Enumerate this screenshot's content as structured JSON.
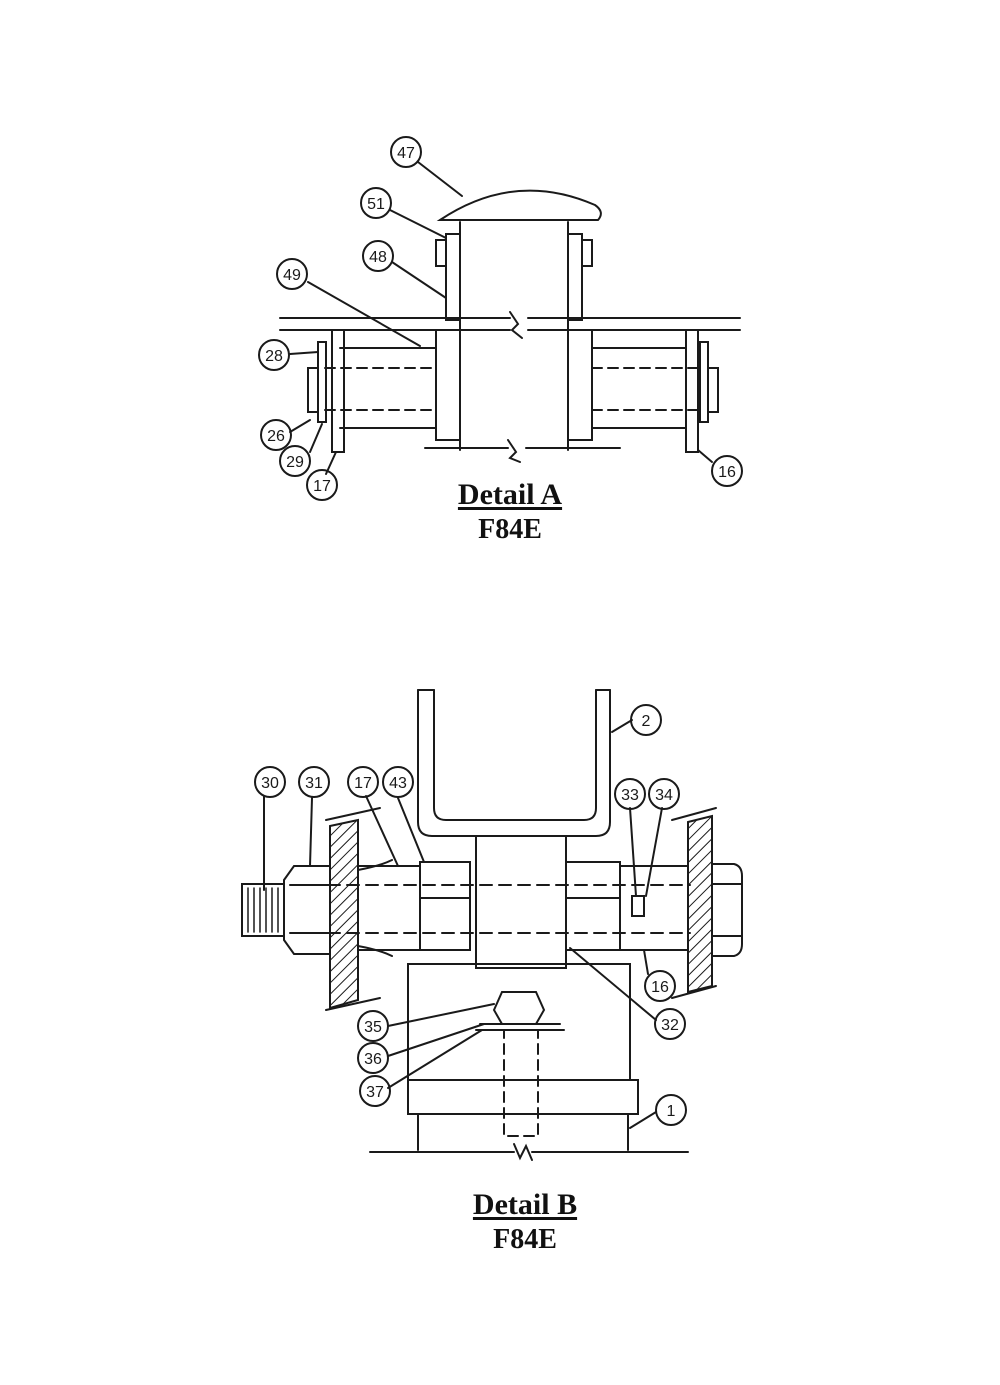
{
  "detail_a": {
    "title": "Detail A",
    "code": "F84E",
    "callouts": [
      "47",
      "51",
      "48",
      "49",
      "28",
      "26",
      "29",
      "17",
      "16"
    ]
  },
  "detail_b": {
    "title": "Detail B",
    "code": "F84E",
    "callouts": [
      "2",
      "30",
      "31",
      "17",
      "43",
      "33",
      "34",
      "16",
      "32",
      "35",
      "36",
      "37",
      "1"
    ]
  },
  "colors": {
    "ink": "#1a1a1a",
    "paper": "#ffffff"
  }
}
